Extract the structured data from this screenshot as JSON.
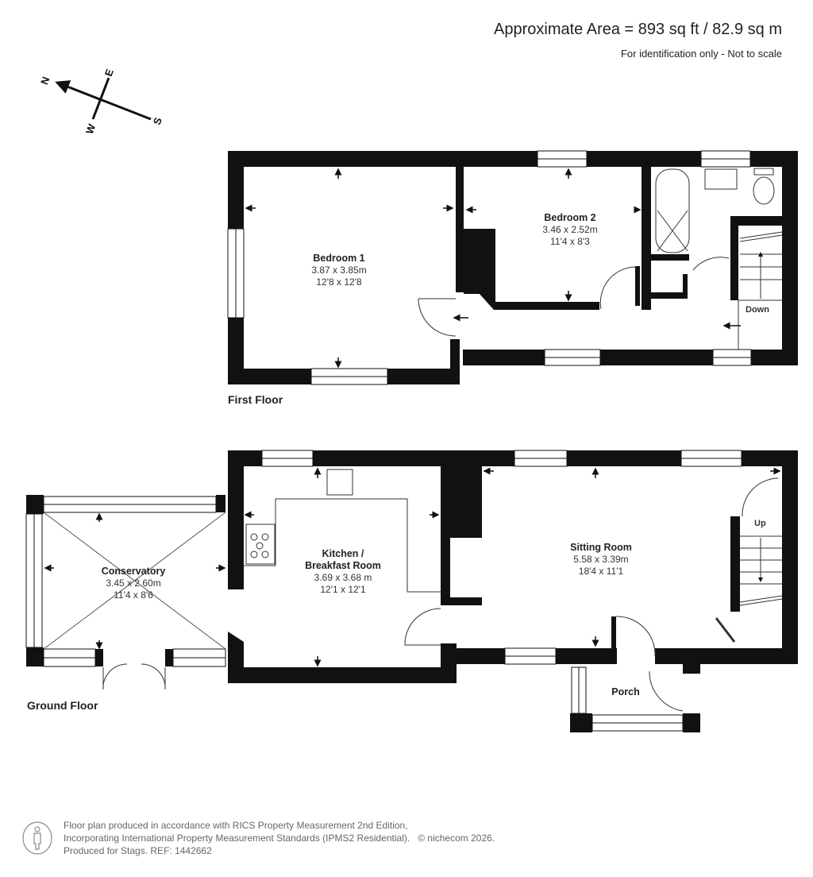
{
  "header": {
    "area": "Approximate Area = 893 sq ft / 82.9 sq m",
    "disclaimer": "For identification only - Not to scale"
  },
  "compass": {
    "n": "N",
    "e": "E",
    "s": "S",
    "w": "W"
  },
  "first_floor": {
    "label": "First Floor",
    "rooms": [
      {
        "name": "Bedroom 1",
        "metric": "3.87 x 3.85m",
        "imperial": "12'8 x 12'8"
      },
      {
        "name": "Bedroom 2",
        "metric": "3.46 x 2.52m",
        "imperial": "11'4 x 8'3"
      }
    ],
    "stairs_label": "Down"
  },
  "ground_floor": {
    "label": "Ground Floor",
    "rooms": [
      {
        "name": "Conservatory",
        "metric": "3.45 x 2.60m",
        "imperial": "11'4 x 8'6"
      },
      {
        "name": "Kitchen /",
        "name2": "Breakfast Room",
        "metric": "3.69 x 3.68 m",
        "imperial": "12'1 x 12'1"
      },
      {
        "name": "Sitting Room",
        "metric": "5.58 x 3.39m",
        "imperial": "18'4 x 11'1"
      },
      {
        "name": "Porch"
      }
    ],
    "stairs_label": "Up"
  },
  "footer": {
    "line1": "Floor plan produced in accordance with RICS Property Measurement 2nd Edition,",
    "line2": "Incorporating International Property Measurement Standards (IPMS2 Residential).",
    "copyright": "© nichecom 2026.",
    "line3": "Produced for Stags.   REF: 1442662"
  }
}
